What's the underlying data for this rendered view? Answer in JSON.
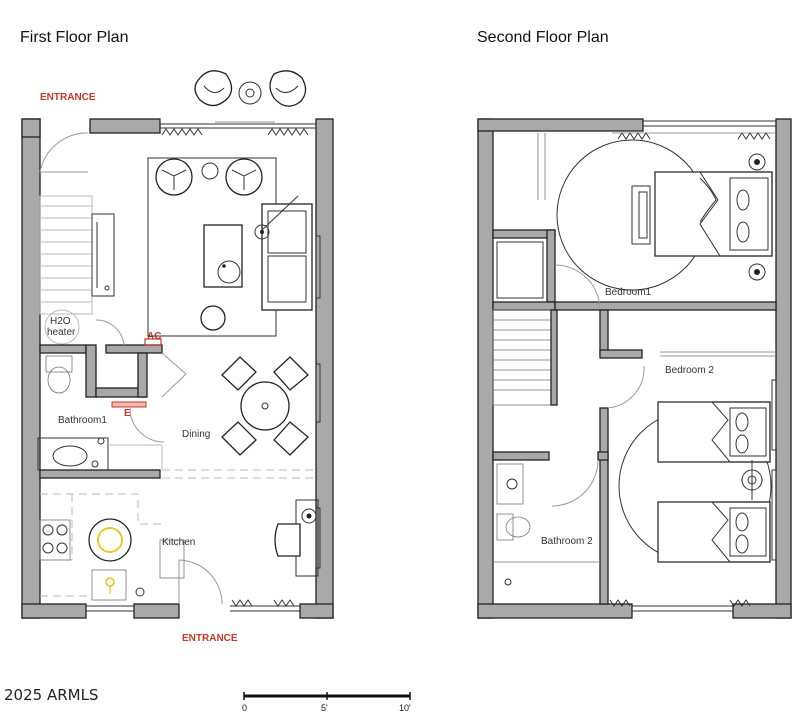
{
  "first_floor": {
    "title": "First Floor Plan",
    "entrance_top": "ENTRANCE",
    "entrance_bottom": "ENTRANCE",
    "rooms": {
      "water_heater_line1": "H2O",
      "water_heater_line2": "heater",
      "ac": "AC",
      "e_mark": "E",
      "bathroom": "Bathroom1",
      "dining": "Dining",
      "kitchen": "Kitchen"
    }
  },
  "second_floor": {
    "title": "Second Floor Plan",
    "rooms": {
      "bedroom1": "Bedroom1",
      "bedroom2": "Bedroom 2",
      "bathroom2": "Bathroom 2"
    }
  },
  "copyright": "2025 ARMLS",
  "scale_bar": {
    "labels": [
      "0",
      "5'",
      "10'"
    ]
  },
  "colors": {
    "wall_fill": "#a9a9a9",
    "label_red": "#c0392b",
    "appliance_yellow": "#e3c61a"
  }
}
